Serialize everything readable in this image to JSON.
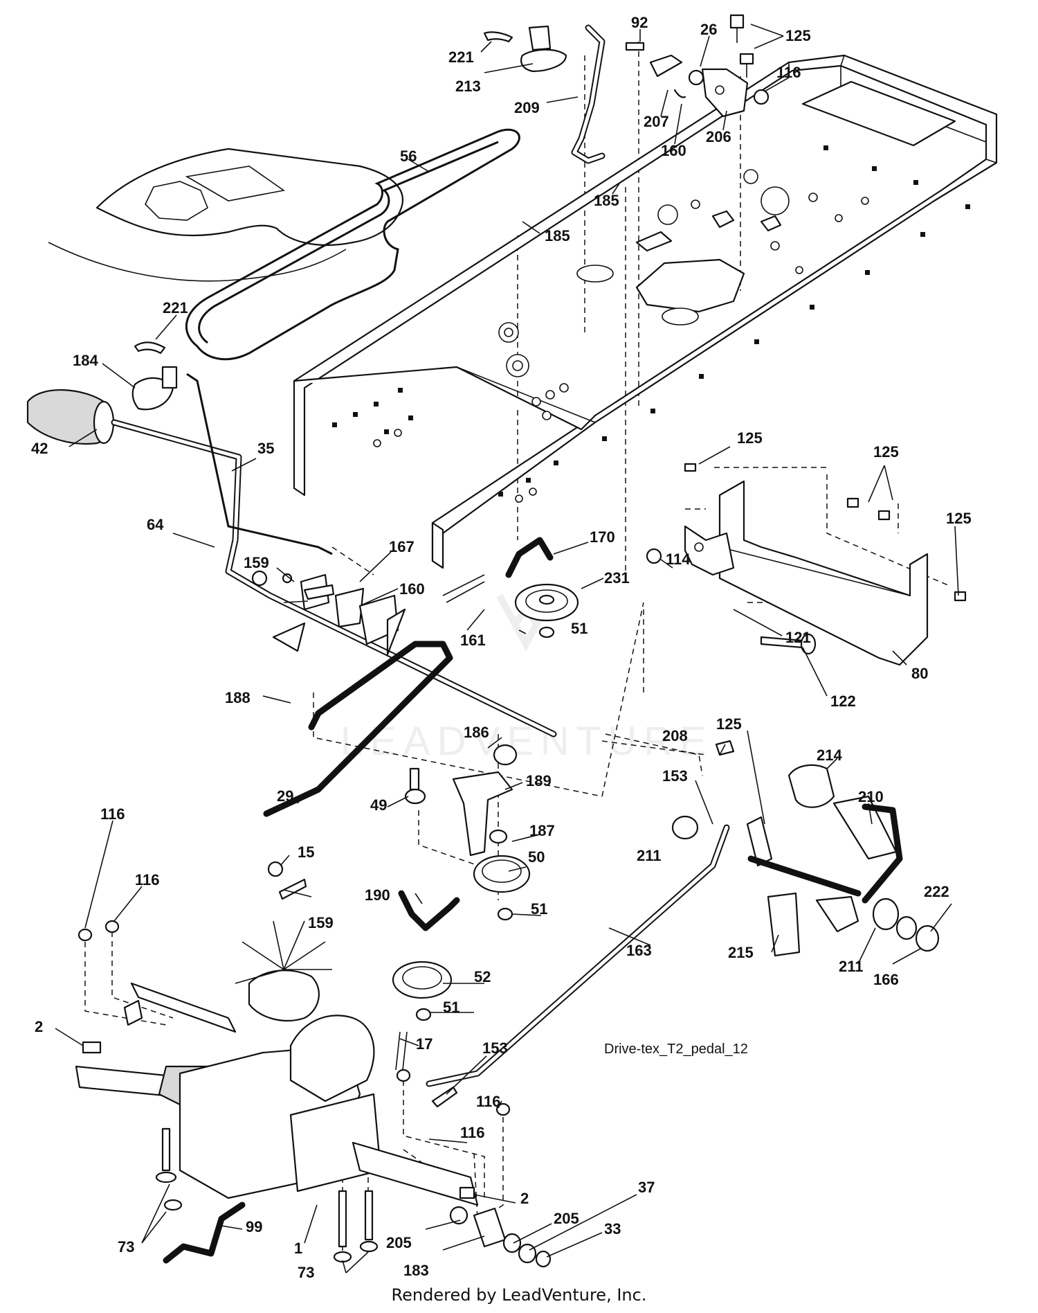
{
  "diagram_id": "Drive-tex_T2_pedal_12",
  "footer": "Rendered by LeadVenture, Inc.",
  "watermark": "LEADVENTURE",
  "callouts": [
    {
      "id": "c-221a",
      "text": "221"
    },
    {
      "id": "c-213",
      "text": "213"
    },
    {
      "id": "c-209",
      "text": "209"
    },
    {
      "id": "c-92",
      "text": "92"
    },
    {
      "id": "c-26",
      "text": "26"
    },
    {
      "id": "c-125a",
      "text": "125"
    },
    {
      "id": "c-116a",
      "text": "116"
    },
    {
      "id": "c-207",
      "text": "207"
    },
    {
      "id": "c-160a",
      "text": "160"
    },
    {
      "id": "c-206",
      "text": "206"
    },
    {
      "id": "c-56",
      "text": "56"
    },
    {
      "id": "c-185a",
      "text": "185"
    },
    {
      "id": "c-185b",
      "text": "185"
    },
    {
      "id": "c-221b",
      "text": "221"
    },
    {
      "id": "c-184",
      "text": "184"
    },
    {
      "id": "c-42",
      "text": "42"
    },
    {
      "id": "c-35",
      "text": "35"
    },
    {
      "id": "c-64",
      "text": "64"
    },
    {
      "id": "c-167",
      "text": "167"
    },
    {
      "id": "c-159a",
      "text": "159"
    },
    {
      "id": "c-160b",
      "text": "160"
    },
    {
      "id": "c-170",
      "text": "170"
    },
    {
      "id": "c-231",
      "text": "231"
    },
    {
      "id": "c-161",
      "text": "161"
    },
    {
      "id": "c-51a",
      "text": "51"
    },
    {
      "id": "c-125b",
      "text": "125"
    },
    {
      "id": "c-125c",
      "text": "125"
    },
    {
      "id": "c-125d",
      "text": "125"
    },
    {
      "id": "c-114",
      "text": "114"
    },
    {
      "id": "c-121",
      "text": "121"
    },
    {
      "id": "c-80",
      "text": "80"
    },
    {
      "id": "c-122",
      "text": "122"
    },
    {
      "id": "c-188",
      "text": "188"
    },
    {
      "id": "c-186",
      "text": "186"
    },
    {
      "id": "c-208",
      "text": "208"
    },
    {
      "id": "c-125e",
      "text": "125"
    },
    {
      "id": "c-214",
      "text": "214"
    },
    {
      "id": "c-153a",
      "text": "153"
    },
    {
      "id": "c-210",
      "text": "210"
    },
    {
      "id": "c-189",
      "text": "189"
    },
    {
      "id": "c-29",
      "text": "29"
    },
    {
      "id": "c-49",
      "text": "49"
    },
    {
      "id": "c-187",
      "text": "187"
    },
    {
      "id": "c-211a",
      "text": "211"
    },
    {
      "id": "c-15",
      "text": "15"
    },
    {
      "id": "c-50",
      "text": "50"
    },
    {
      "id": "c-116b",
      "text": "116"
    },
    {
      "id": "c-116c",
      "text": "116"
    },
    {
      "id": "c-159b",
      "text": "159"
    },
    {
      "id": "c-190",
      "text": "190"
    },
    {
      "id": "c-51b",
      "text": "51"
    },
    {
      "id": "c-222",
      "text": "222"
    },
    {
      "id": "c-163",
      "text": "163"
    },
    {
      "id": "c-215",
      "text": "215"
    },
    {
      "id": "c-211b",
      "text": "211"
    },
    {
      "id": "c-166",
      "text": "166"
    },
    {
      "id": "c-52",
      "text": "52"
    },
    {
      "id": "c-51c",
      "text": "51"
    },
    {
      "id": "c-2a",
      "text": "2"
    },
    {
      "id": "c-17",
      "text": "17"
    },
    {
      "id": "c-153b",
      "text": "153"
    },
    {
      "id": "c-116d",
      "text": "116"
    },
    {
      "id": "c-116e",
      "text": "116"
    },
    {
      "id": "c-2b",
      "text": "2"
    },
    {
      "id": "c-73a",
      "text": "73"
    },
    {
      "id": "c-99",
      "text": "99"
    },
    {
      "id": "c-1",
      "text": "1"
    },
    {
      "id": "c-205a",
      "text": "205"
    },
    {
      "id": "c-205b",
      "text": "205"
    },
    {
      "id": "c-37",
      "text": "37"
    },
    {
      "id": "c-33",
      "text": "33"
    },
    {
      "id": "c-183",
      "text": "183"
    },
    {
      "id": "c-73b",
      "text": "73"
    }
  ]
}
